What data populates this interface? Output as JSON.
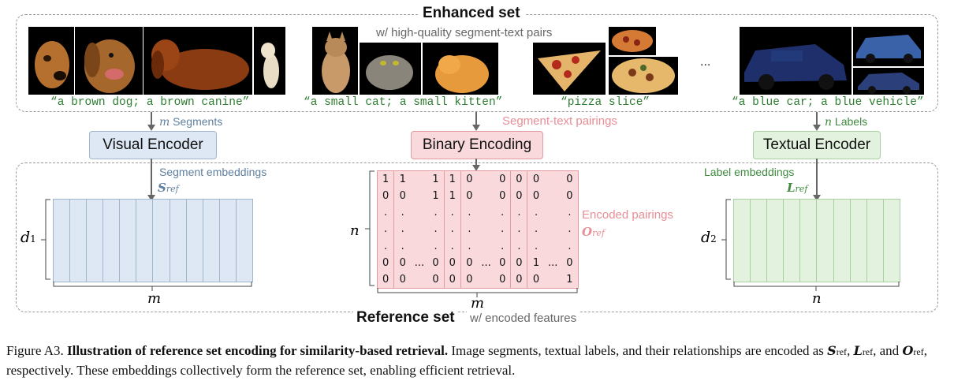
{
  "enhanced_set": {
    "title": "Enhanced set",
    "subtitle": "w/ high-quality segment-text pairs",
    "captions": [
      "“a brown dog; a brown canine”",
      "“a small cat; a small kitten”",
      "“pizza slice”",
      "“a blue car; a blue vehicle”"
    ],
    "ellipsis": "..."
  },
  "visual": {
    "arrow_label_var": "m",
    "arrow_label": "Segments",
    "encoder": "Visual Encoder",
    "emb_label": "Segment embeddings",
    "emb_symbol": "S",
    "emb_sub": "ref",
    "row_symbol": "d",
    "row_sub": "1",
    "col_symbol": "m"
  },
  "binary": {
    "arrow_label": "Segment-text pairings",
    "encoder": "Binary Encoding",
    "pair_label": "Encoded pairings",
    "pair_symbol": "O",
    "pair_sub": "ref",
    "row_symbol": "n",
    "col_symbol": "m",
    "rows": [
      [
        "1",
        "1",
        "",
        "1",
        "1",
        "0",
        "",
        "0",
        "0",
        "0",
        "",
        "0"
      ],
      [
        "0",
        "0",
        "",
        "1",
        "1",
        "0",
        "",
        "0",
        "0",
        "0",
        "",
        "0"
      ],
      [
        ".",
        ".",
        "",
        ".",
        ".",
        ".",
        "",
        ".",
        ".",
        ".",
        "",
        "."
      ],
      [
        ".",
        ".",
        "",
        ".",
        ".",
        ".",
        "",
        ".",
        ".",
        ".",
        "",
        "."
      ],
      [
        ".",
        ".",
        "",
        ".",
        ".",
        ".",
        "",
        ".",
        ".",
        ".",
        "",
        "."
      ],
      [
        "0",
        "0",
        "...",
        "0",
        "0",
        "0",
        "...",
        "0",
        "0",
        "1",
        "...",
        "0"
      ],
      [
        "0",
        "0",
        "",
        "0",
        "0",
        "0",
        "",
        "0",
        "0",
        "0",
        "",
        "1"
      ]
    ]
  },
  "textual": {
    "arrow_label_var": "n",
    "arrow_label": "Labels",
    "encoder": "Textual Encoder",
    "emb_label": "Label embeddings",
    "emb_symbol": "L",
    "emb_sub": "ref",
    "row_symbol": "d",
    "row_sub": "2",
    "col_symbol": "n"
  },
  "reference_set": {
    "title": "Reference set",
    "subtitle": "w/ encoded features"
  },
  "caption": {
    "fig": "Figure A3.",
    "bold": "Illustration of reference set encoding for similarity-based retrieval.",
    "text1": "Image segments, textual labels, and their relationships are encoded as",
    "s": "S",
    "comma1": ",",
    "l": "L",
    "comma2": ", and",
    "o": "O",
    "sub": "ref",
    "text2": ", respectively. These embeddings collectively form the reference set, enabling efficient retrieval."
  }
}
